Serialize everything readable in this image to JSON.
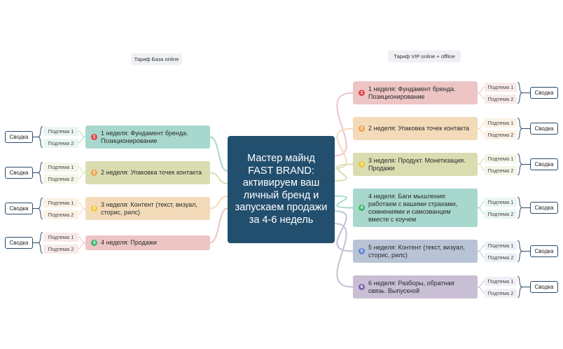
{
  "central": {
    "title": "Мастер майнд FAST BRAND: активируем ваш личный бренд и запускаем продажи за 4-6 недель"
  },
  "left": {
    "tarif": "Тариф База online",
    "topics": [
      {
        "num": "1",
        "label": "1 неделя: Фундамент бренда. Позиционирование",
        "color": "#a8d8cd",
        "num_color": "#e2474b",
        "sub_bg": "#e9f5f1",
        "sub1": "Подтема 1",
        "sub2": "Подтема 2",
        "summary": "Сводка"
      },
      {
        "num": "2",
        "label": "2 неделя: Упаковка точек контакта",
        "color": "#d9ddb0",
        "num_color": "#f0a24a",
        "sub_bg": "#f4f5e6",
        "sub1": "Подтема 1",
        "sub2": "Подтема 2",
        "summary": "Сводка"
      },
      {
        "num": "3",
        "label": "3 неделя: Контент (текст, визуал, сторис, рилс)",
        "color": "#f3dbb9",
        "num_color": "#f3c436",
        "sub_bg": "#faf1e4",
        "sub1": "Подтема 1",
        "sub2": "Подтема 2",
        "summary": "Сводка"
      },
      {
        "num": "4",
        "label": "4 неделя: Продажи",
        "color": "#ecc5c4",
        "num_color": "#3db86b",
        "sub_bg": "#f8eaea",
        "sub1": "Подтема 1",
        "sub2": "Подтема 2",
        "summary": "Сводка"
      }
    ]
  },
  "right": {
    "tarif": "Тариф VIP online + offline",
    "topics": [
      {
        "num": "1",
        "label": "1 неделя: Фундамент бренда. Позиционирование",
        "color": "#ecc5c4",
        "num_color": "#e2474b",
        "sub_bg": "#f8eaea",
        "sub1": "Подтема 1",
        "sub2": "Подтема 2",
        "summary": "Сводка"
      },
      {
        "num": "2",
        "label": "2 неделя: Упаковка точек контакта",
        "color": "#f3dbb9",
        "num_color": "#f0a24a",
        "sub_bg": "#faf1e4",
        "sub1": "Подтема 1",
        "sub2": "Подтема 2",
        "summary": "Сводка"
      },
      {
        "num": "3",
        "label": "3 неделя: Продукт. Монетизация. Продажи",
        "color": "#d9ddb0",
        "num_color": "#f3c436",
        "sub_bg": "#f4f5e6",
        "sub1": "Подтема 1",
        "sub2": "Подтема 2",
        "summary": "Сводка"
      },
      {
        "num": "4",
        "label": "4 неделя: Баги мышления: работаем с вашими страхами, сомнениями и самозванцем вместе с коучем",
        "color": "#a8d8cd",
        "num_color": "#3db86b",
        "sub_bg": "#e9f5f1",
        "sub1": "Подтема 1",
        "sub2": "Подтема 2",
        "summary": "Сводка"
      },
      {
        "num": "5",
        "label": "5 неделя: Контент (текст, визуал, сторис, рилс)",
        "color": "#b8c4d6",
        "num_color": "#5a84d0",
        "sub_bg": "#edf0f5",
        "sub1": "Подтема 1",
        "sub2": "Подтема 2",
        "summary": "Сводка"
      },
      {
        "num": "6",
        "label": "6 неделя: Разборы, обратная связь. Выпускной",
        "color": "#c9bfd4",
        "num_color": "#7f5fb0",
        "sub_bg": "#f1eef5",
        "sub1": "Подтема 1",
        "sub2": "Подтема 2",
        "summary": "Сводка"
      }
    ]
  }
}
